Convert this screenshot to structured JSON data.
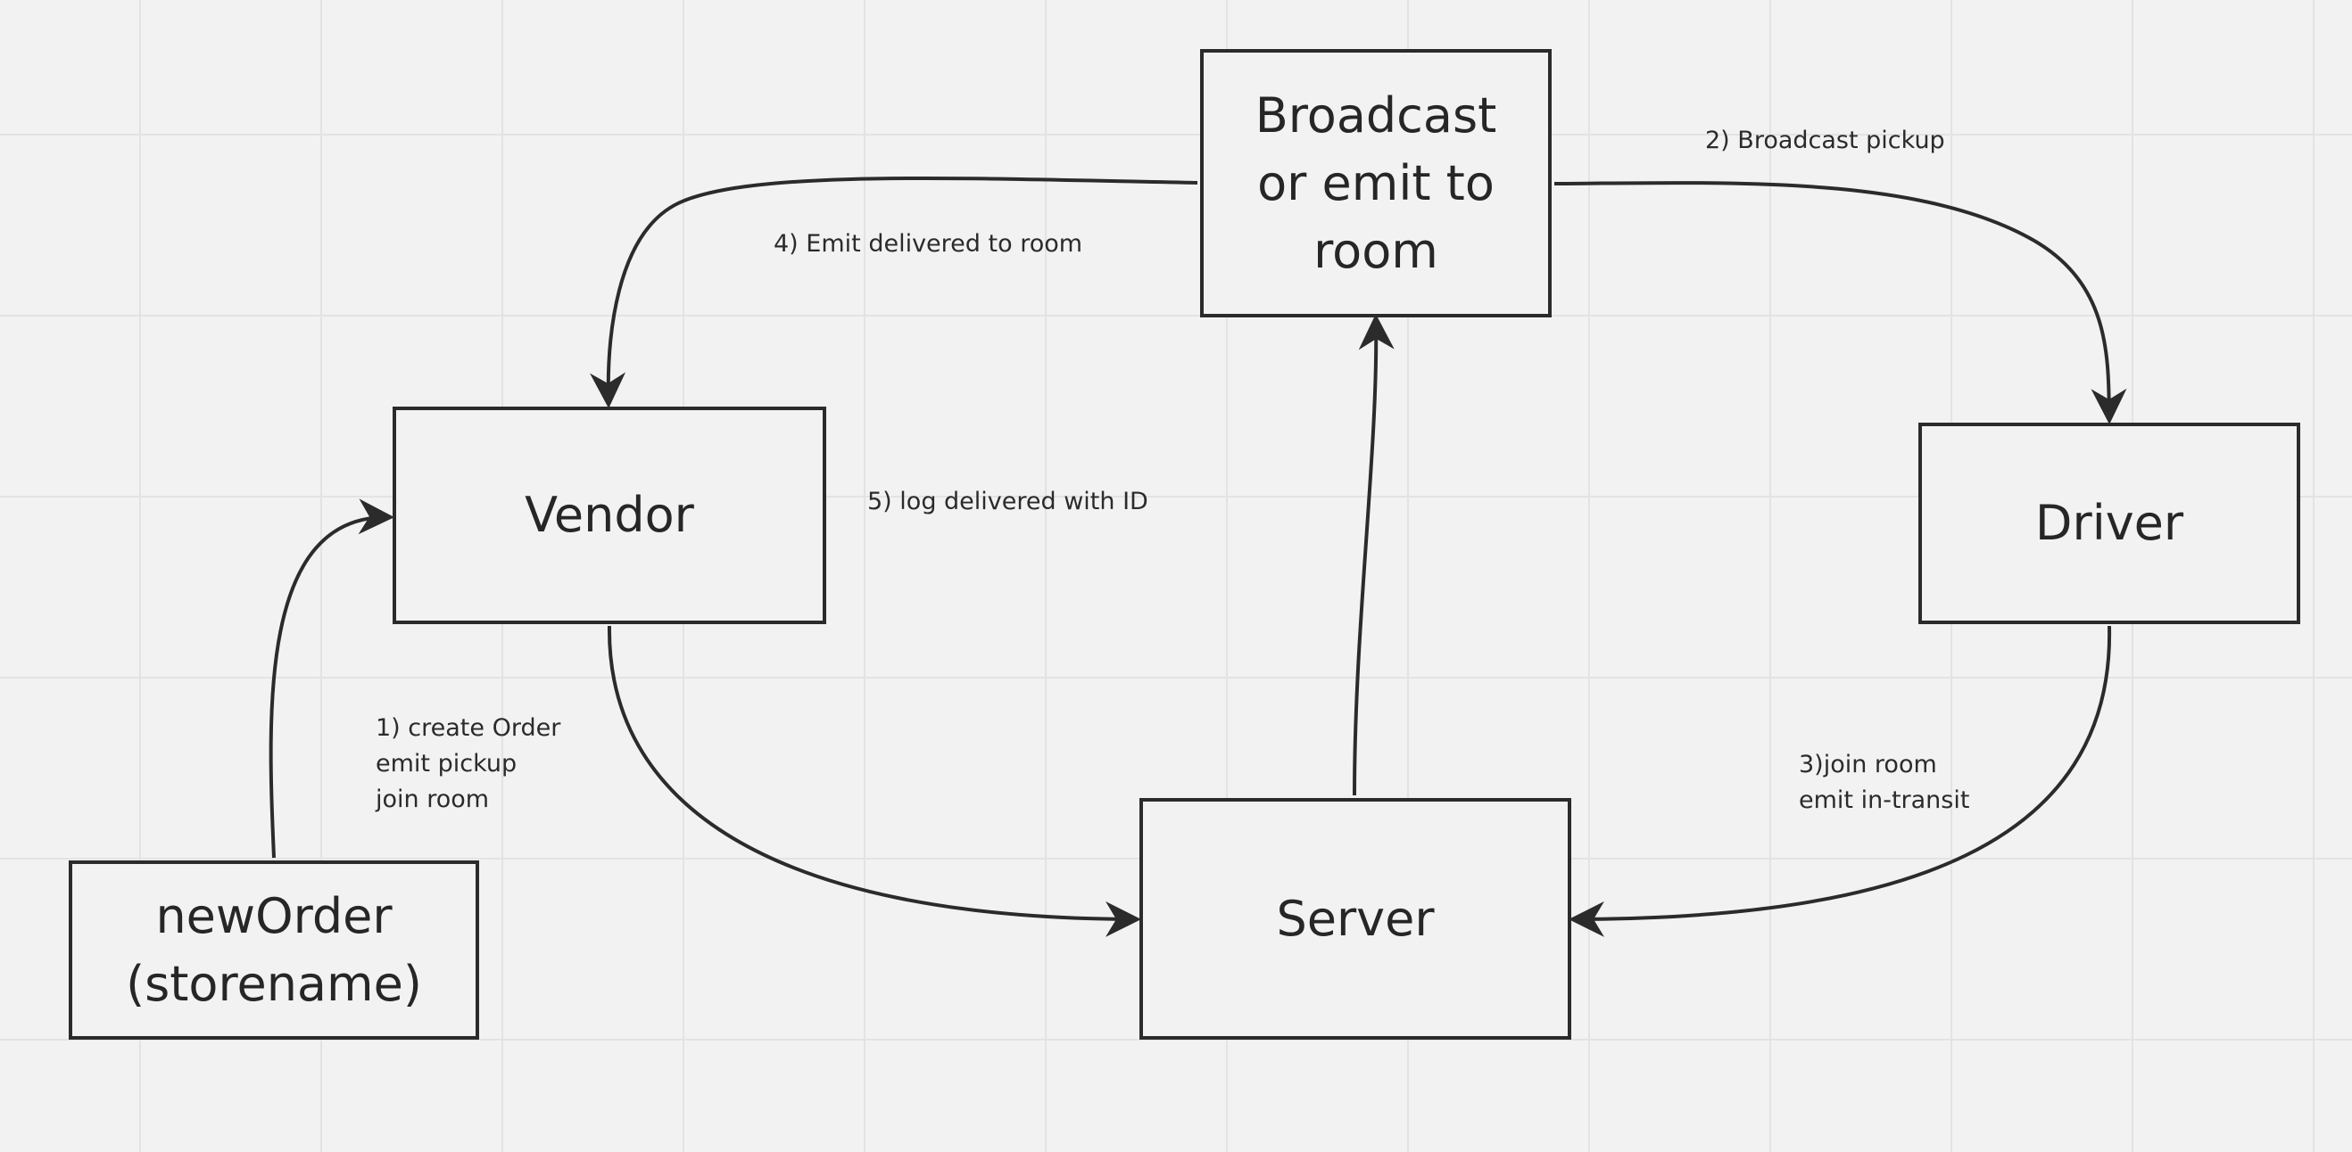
{
  "diagram": {
    "nodes": {
      "broadcast": "Broadcast\nor emit to\nroom",
      "vendor": "Vendor",
      "driver": "Driver",
      "server": "Server",
      "new_order": "newOrder\n(storename)"
    },
    "edge_labels": {
      "create_order": "1) create Order\nemit pickup\njoin room",
      "broadcast_pickup": "2) Broadcast pickup",
      "join_room": "3)join room\nemit in-transit",
      "emit_delivered": "4) Emit delivered to room",
      "log_delivered": "5) log delivered with ID"
    },
    "colors": {
      "background": "#f2f2f2",
      "grid": "#e3e3e3",
      "stroke": "#2b2b2b"
    }
  }
}
